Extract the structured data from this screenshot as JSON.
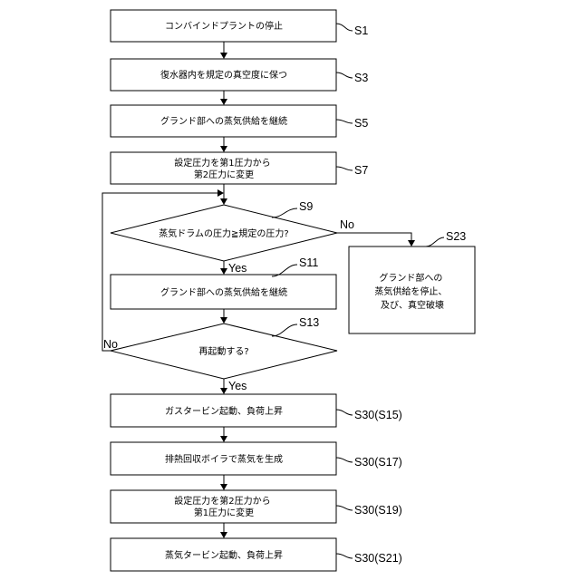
{
  "steps": {
    "s1": {
      "lines": [
        "コンバインドプラントの停止"
      ],
      "tag": "S1"
    },
    "s3": {
      "lines": [
        "復水器内を規定の真空度に保つ"
      ],
      "tag": "S3"
    },
    "s5": {
      "lines": [
        "グランド部への蒸気供給を継続"
      ],
      "tag": "S5"
    },
    "s7": {
      "lines": [
        "設定圧力を第1圧力から",
        "第2圧力に変更"
      ],
      "tag": "S7"
    },
    "s9": {
      "lines": [
        "蒸気ドラムの圧力≧規定の圧力?"
      ],
      "tag": "S9"
    },
    "s11": {
      "lines": [
        "グランド部への蒸気供給を継続"
      ],
      "tag": "S11"
    },
    "s13": {
      "lines": [
        "再起動する?"
      ],
      "tag": "S13"
    },
    "s23": {
      "lines": [
        "グランド部への",
        "蒸気供給を停止、",
        "及び、真空破壊"
      ],
      "tag": "S23"
    },
    "s15": {
      "lines": [
        "ガスタービン起動、負荷上昇"
      ],
      "tag": "S30(S15)"
    },
    "s17": {
      "lines": [
        "排熱回収ボイラで蒸気を生成"
      ],
      "tag": "S30(S17)"
    },
    "s19": {
      "lines": [
        "設定圧力を第2圧力から",
        "第1圧力に変更"
      ],
      "tag": "S30(S19)"
    },
    "s21": {
      "lines": [
        "蒸気タービン起動、負荷上昇"
      ],
      "tag": "S30(S21)"
    }
  },
  "edge_labels": {
    "s9_no": "No",
    "s9_yes": "Yes",
    "s13_no": "No",
    "s13_yes": "Yes"
  }
}
